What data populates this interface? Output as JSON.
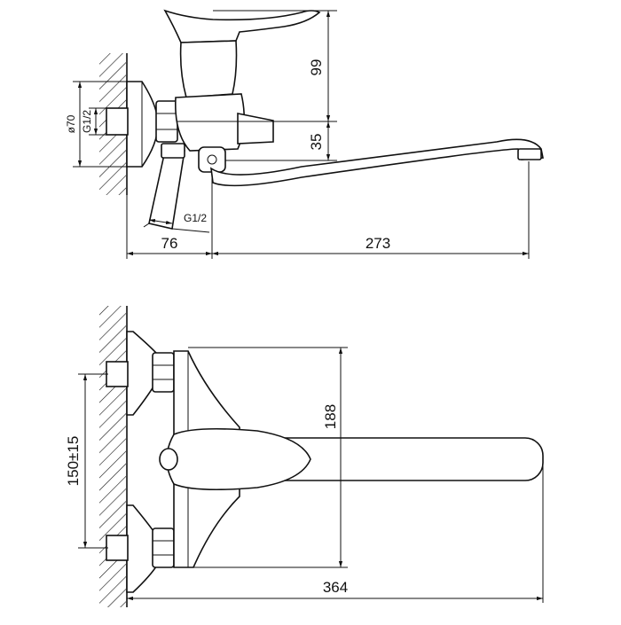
{
  "dimensions": {
    "d99": "99",
    "d35": "35",
    "d76": "76",
    "d273": "273",
    "d70": "ø70",
    "g12_vertical": "G1/2",
    "g12_diag": "G1/2",
    "d188": "188",
    "d150": "150±15",
    "d364": "364"
  }
}
